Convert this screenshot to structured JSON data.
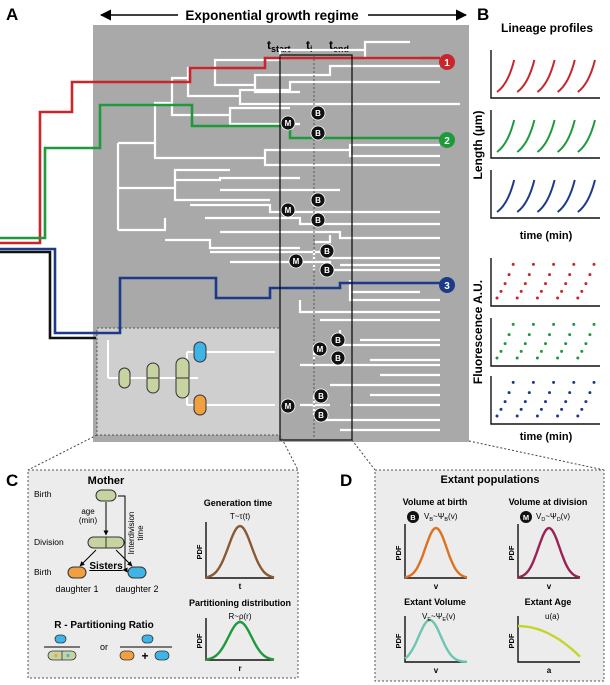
{
  "panels": {
    "a": "A",
    "b": "B",
    "c": "C",
    "d": "D"
  },
  "panel_a": {
    "header": "Exponential growth regime",
    "t_start": "t",
    "t_start_sub": "start",
    "t_i": "t",
    "t_i_sub": "i",
    "t_end": "t",
    "t_end_sub": "end",
    "lineage_tags": [
      "1",
      "2",
      "3"
    ],
    "marker_mother": "M",
    "marker_birth": "B"
  },
  "panel_b": {
    "title": "Lineage profiles",
    "length_ylabel": "Length (µm)",
    "length_xlabel": "time (min)",
    "fluor_ylabel": "Fluorescence A.U.",
    "fluor_xlabel": "time (min)"
  },
  "panel_c": {
    "mother": "Mother",
    "birth_1": "Birth",
    "age": "age",
    "age_unit": "(min)",
    "interdivision": "Interdivision",
    "interdivision_2": "time",
    "division": "Division",
    "birth_2": "Birth",
    "sisters": "Sisters",
    "daughter_1": "daughter 1",
    "daughter_2": "daughter 2",
    "ratio_title": "R - Partitioning Ratio",
    "or": "or",
    "plus": "+",
    "gen_title": "Generation time",
    "gen_formula": "T~τ(t)",
    "gen_xlabel": "t",
    "part_title": "Partitioning distribution",
    "part_formula": "R~ρ(r)",
    "part_xlabel": "r",
    "pdf": "PDF"
  },
  "panel_d": {
    "title": "Extant populations",
    "birth_title": "Volume at birth",
    "birth_formula": "V",
    "birth_formula_sub": "B",
    "birth_formula_rest": "~Ψ",
    "birth_formula_sub2": "B",
    "birth_formula_end": "(v)",
    "div_title": "Volume at division",
    "div_formula": "V",
    "div_formula_sub": "D",
    "div_formula_rest": "~Ψ",
    "div_formula_sub2": "D",
    "div_formula_end": "(v)",
    "extant_vol_title": "Extant Volume",
    "ev_formula": "V",
    "ev_formula_sub": "E",
    "ev_formula_rest": "~Ψ",
    "ev_formula_sub2": "E",
    "ev_formula_end": "(v)",
    "extant_age_title": "Extant Age",
    "ea_formula": "u(a)",
    "xlabel_v": "v",
    "xlabel_a": "a",
    "pdf": "PDF",
    "marker_b": "B",
    "marker_m": "M"
  },
  "colors": {
    "red": "#c8262c",
    "green": "#1e9a3c",
    "blue": "#1d3a8a",
    "black": "#111111",
    "tree_bg": "#a9a9a9",
    "inset_bg": "#cfcfcf",
    "panel_bg": "#ececec",
    "brown": "#8a5a35",
    "orange": "#e07020",
    "purple": "#9a2257",
    "teal": "#6cc6b2",
    "lime": "#c4d52a",
    "cell_green": "#c7d3a0",
    "cell_orange": "#f0a040",
    "cell_blue": "#3fb4e6"
  },
  "icons": [
    "double-arrow-icon",
    "cell-icon",
    "circle-marker-icon"
  ]
}
